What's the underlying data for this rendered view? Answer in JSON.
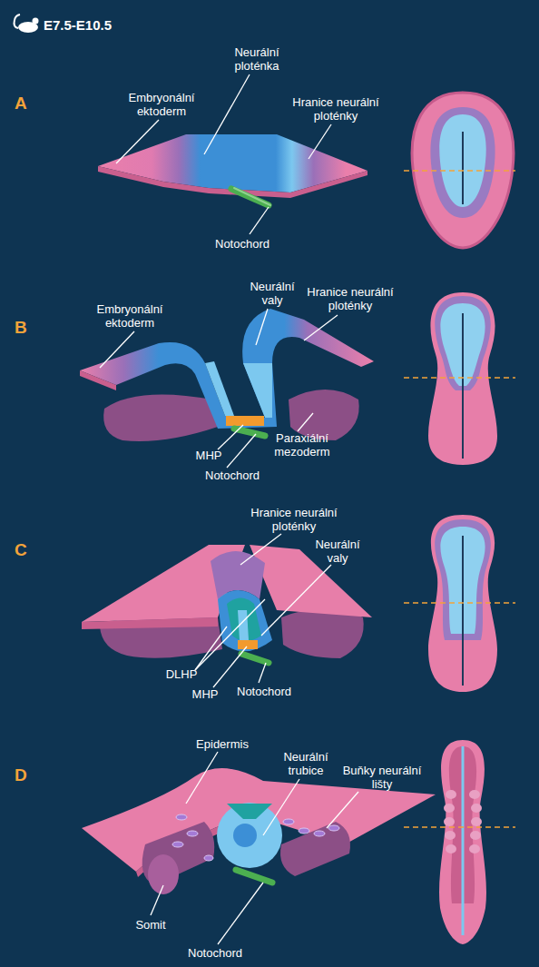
{
  "diagram": {
    "labels": [
      "E7.5-E10.5",
      "A",
      "Neurální ploténka",
      "Embryonální ektoderm",
      "Hranice neurální ploténky",
      "Notochord",
      "B",
      "Embryonální ektoderm",
      "Neurální valy",
      "Hranice neurální ploténky",
      "MHP",
      "Paraxiální mezoderm",
      "Notochord",
      "C",
      "Hranice neurální ploténky",
      "Neurální valy",
      "DLHP",
      "MHP",
      "Notochord",
      "D",
      "Epidermis",
      "Neurální trubice",
      "Buňky neurální lišty",
      "Somit",
      "Notochord"
    ]
  }
}
